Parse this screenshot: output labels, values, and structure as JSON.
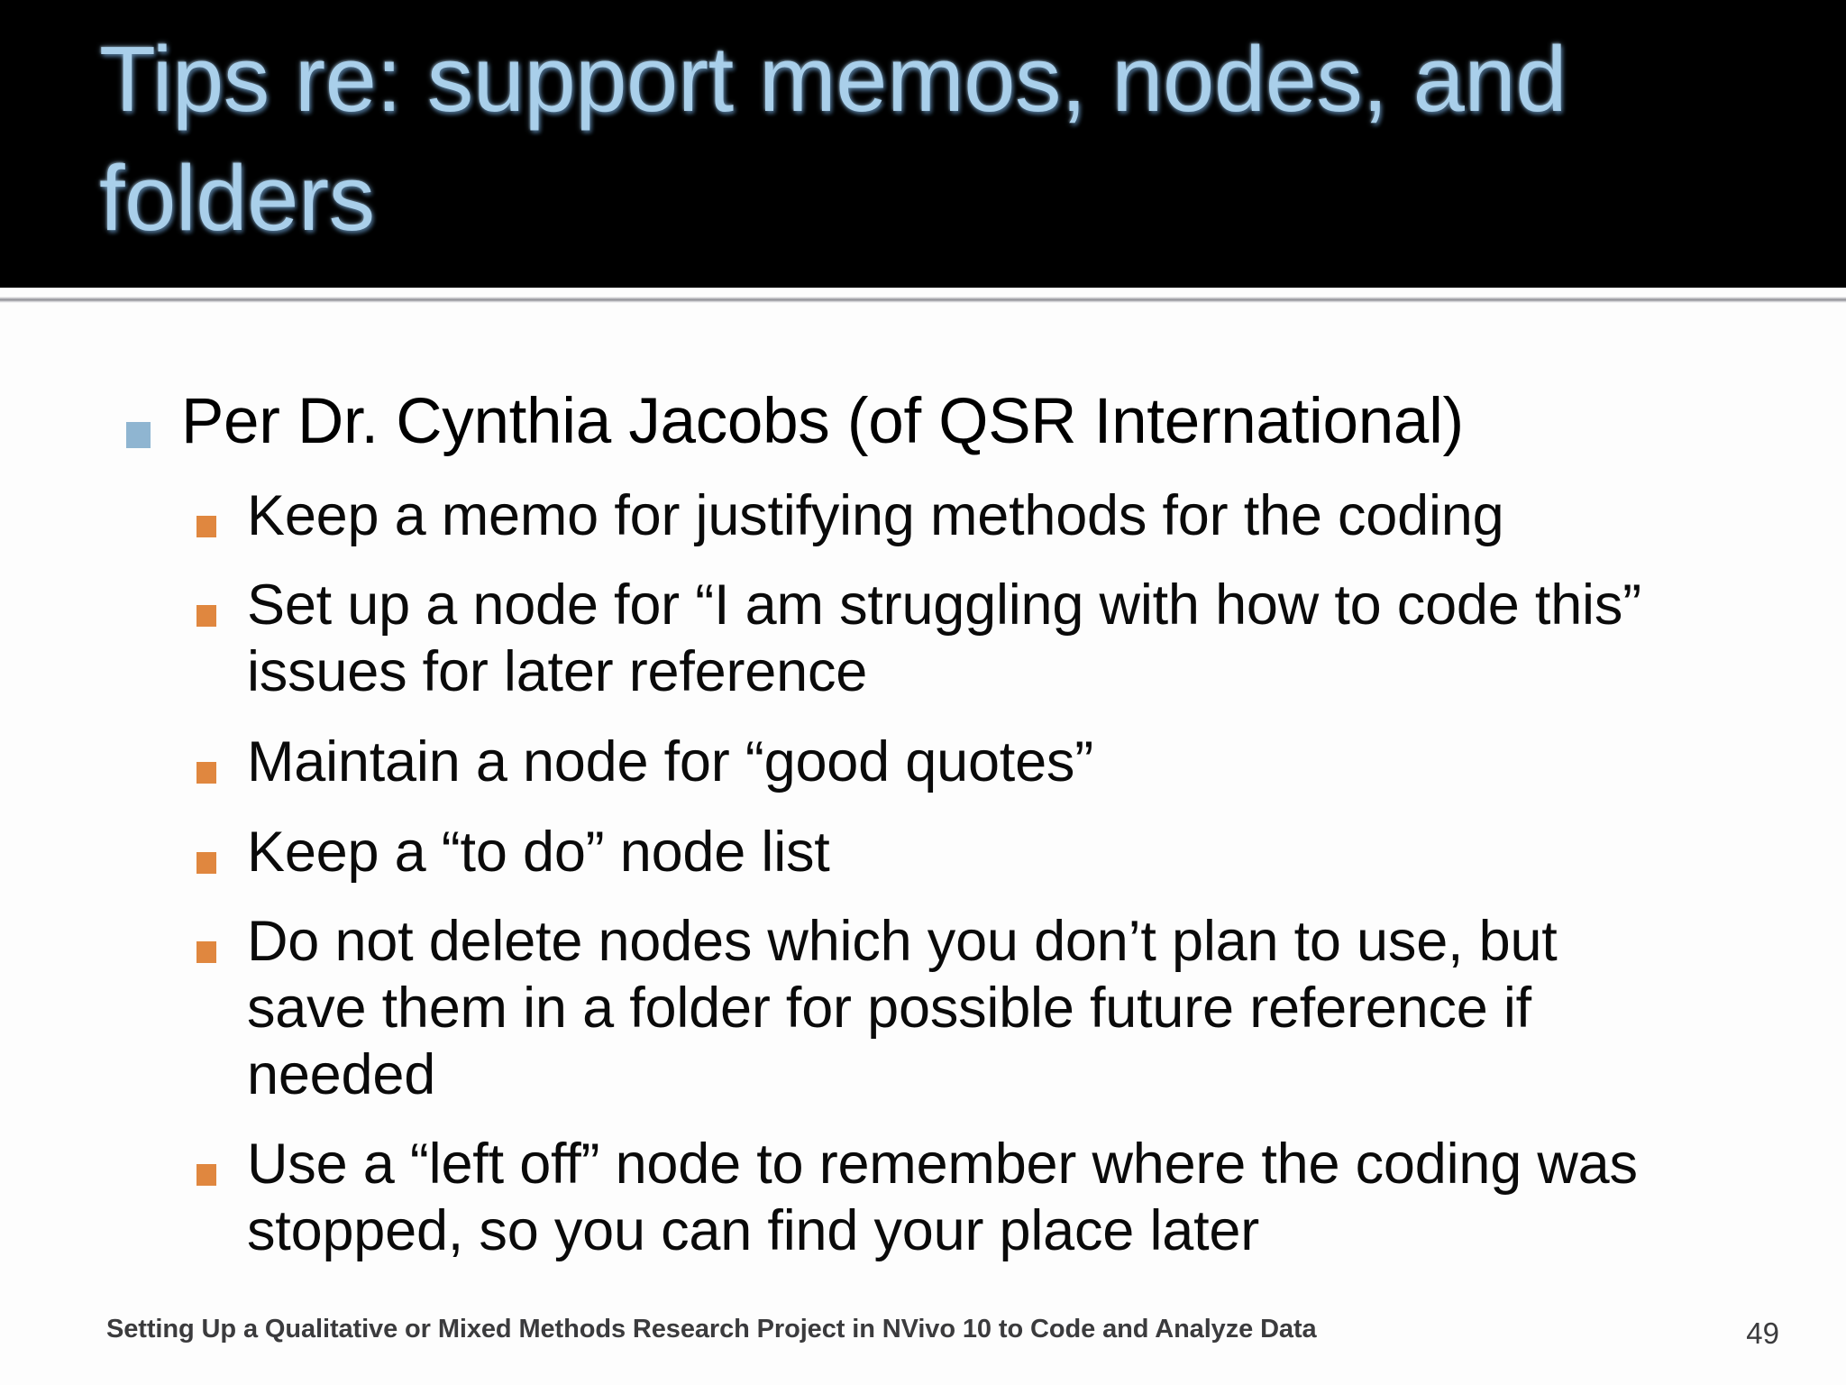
{
  "slide": {
    "title": "Tips re: support memos, nodes, and\nfolders",
    "title_color": "#a9cfea",
    "banner_color": "#000000",
    "background_color": "#fdfdfd",
    "level1_bullet_color": "#8fb5d1",
    "level2_bullet_color": "#e0873f",
    "body_text_color": "#000000"
  },
  "content": {
    "level1": {
      "text": "Per Dr. Cynthia Jacobs (of QSR International)"
    },
    "level2": [
      {
        "text": "Keep a memo for justifying methods for the coding"
      },
      {
        "text": "Set up a node for “I am struggling with how to code this” issues for later reference"
      },
      {
        "text": "Maintain a node for “good quotes”"
      },
      {
        "text": "Keep a “to do” node list"
      },
      {
        "text": "Do not delete nodes which you don’t plan to use, but save them in a folder for possible future reference if needed"
      },
      {
        "text": "Use a “left off” node to remember where the coding was stopped, so you can find your place later"
      }
    ]
  },
  "footer": {
    "text": "Setting Up a Qualitative or Mixed Methods Research Project in NVivo 10 to Code and Analyze Data",
    "page_number": "49"
  }
}
